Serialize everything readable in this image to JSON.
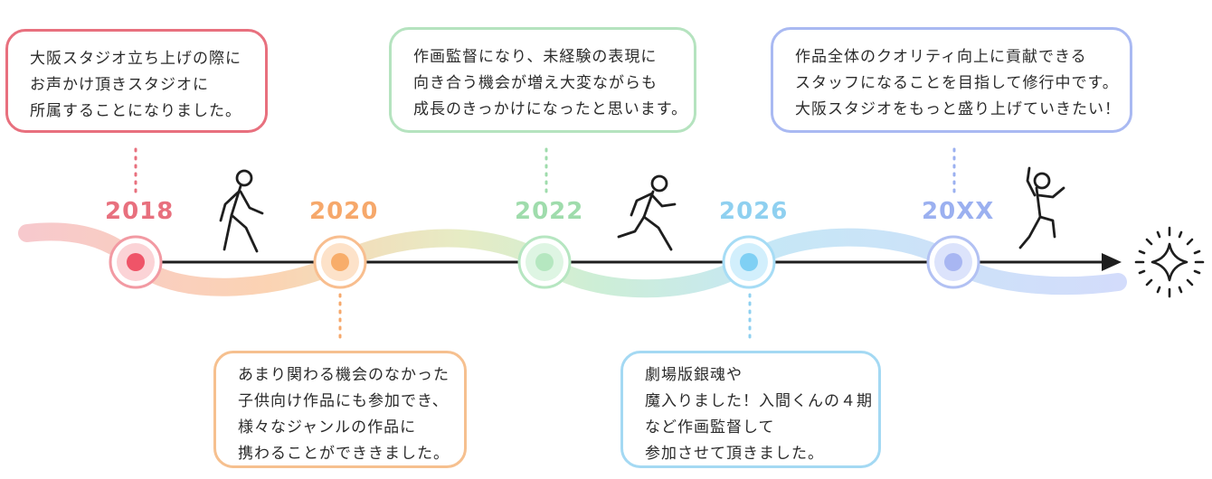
{
  "milestones": [
    {
      "year": "2018",
      "color": "#e8707e",
      "text": [
        "大阪スタジオ立ち上げの際に",
        "お声かけ頂きスタジオに",
        "所属することになりました。"
      ]
    },
    {
      "year": "2020",
      "color": "#f6a86b",
      "text": [
        "あまり関わる機会のなかった",
        "子供向け作品にも参加でき、",
        "様々なジャンルの作品に",
        "携わることができきました。"
      ]
    },
    {
      "year": "2022",
      "color": "#9fdcac",
      "text": [
        "作画監督になり、未経験の表現に",
        "向き合う機会が増え大変ながらも",
        "成長のきっかけになったと思います。"
      ]
    },
    {
      "year": "2026",
      "color": "#8fd0f0",
      "text": [
        "劇場版銀魂や",
        "魔入りました！入間くんの４期",
        "など作画監督して",
        "参加させて頂きました。"
      ]
    },
    {
      "year": "20XX",
      "color": "#9bb0f0",
      "text": [
        "作品全体のクオリティ向上に貢献できる",
        "スタッフになることを目指して修行中です。",
        "大阪スタジオをもっと盛り上げていきたい！"
      ]
    }
  ],
  "icons": [
    "walking-person-icon",
    "running-person-icon",
    "jumping-person-icon",
    "sparkle-icon"
  ],
  "colors": {
    "axis": "#1e1e1e"
  }
}
